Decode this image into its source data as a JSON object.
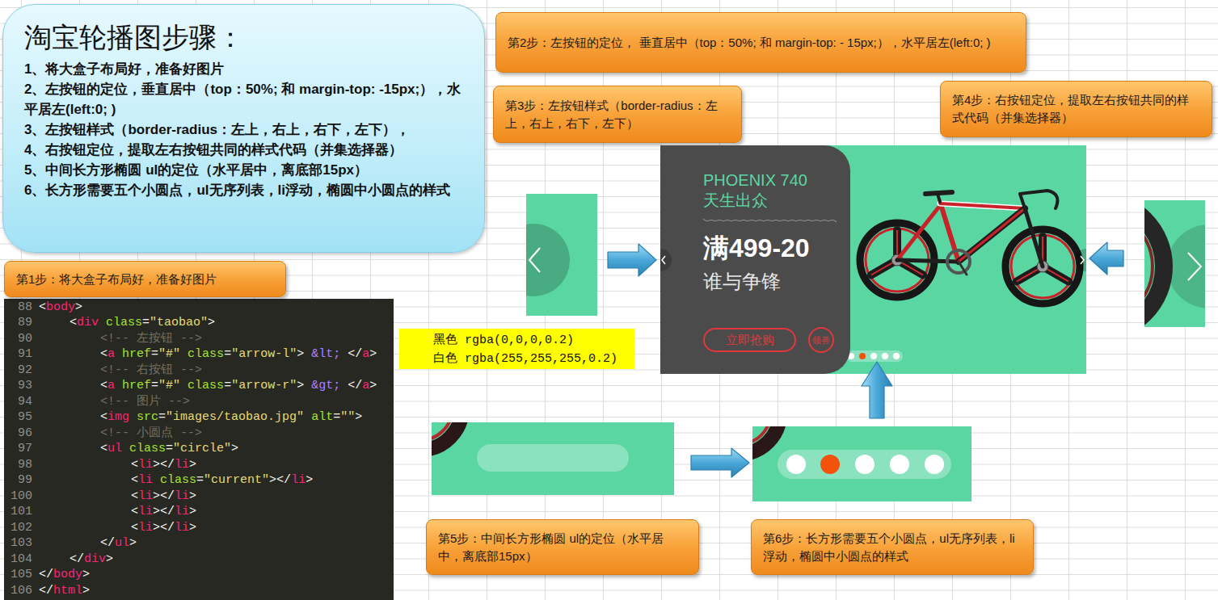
{
  "diagram": {
    "nodes": [
      {
        "text": [
          "淘宝轮播图步骤：",
          "1、将大盒子布局好，准备好图片",
          "2、左按钮的定位，垂直居中（top：50%; 和 margin-top: -15px;），水平居左(left:0; )",
          "3、左按钮样式（border-radius：左上，右上，右下，左下），",
          "4、右按钮定位，提取左右按钮共同的样式代码（并集选择器）",
          "5、中间长方形椭圆 ul的定位（水平居中，离底部15px）",
          "6、长方形需要五个小圆点，ul无序列表，li浮动，椭圆中小圆点的样式"
        ]
      },
      {
        "text": [
          "第2步：左按钮的定位， 垂直居中（top：50%; 和 margin-top: - 15px;），水平居左(left:0; )"
        ]
      },
      {
        "text": [
          "第3步：左按钮样式（border-radius：左上，右上，右下，左下）"
        ]
      },
      {
        "text": [
          "第4步：右按钮定位，提取左右按钮共同的样式代码（并集选择器）"
        ]
      },
      {
        "text": [
          "第1步：将大盒子布局好，准备好图片"
        ]
      },
      {
        "text": [
          "黑色 rgba(0,0,0,0.2)",
          "白色 rgba(255,255,255,0.2)"
        ]
      },
      {
        "text": [
          "PHOENIX 740",
          "天生出众",
          "满499-20",
          "谁与争锋"
        ]
      },
      {
        "text": [
          "立即抢购"
        ],
        "in": 6
      },
      {
        "text": [
          "领券"
        ],
        "in": 6
      },
      {
        "text": [
          "第5步：中间长方形椭圆 ul的定位（水平居中，离底部15px）"
        ]
      },
      {
        "text": [
          "第6步：长方形需要五个小圆点，ul无序列表，li浮动，椭圆中小圆点的样式"
        ]
      }
    ],
    "labels": [
      "88",
      "<body>",
      "89",
      "<div class=\"taobao\">",
      "90",
      "<!-- 左按钮 -->",
      "91",
      "<a href=\"#\" class=\"arrow-l\"> &lt; </a>",
      "92",
      "<!-- 右按钮 -->",
      "93",
      "<a href=\"#\" class=\"arrow-r\"> &gt; </a>",
      "94",
      "<!-- 图片 -->",
      "95",
      "<img src=\"images/taobao.jpg\" alt=\"\">",
      "96",
      "<!-- 小圆点 -->",
      "97",
      "<ul class=\"circle\">",
      "98",
      "<li></li>",
      "99",
      "<li class=\"current\"></li>",
      "100",
      "<li></li>",
      "101",
      "<li></li>",
      "102",
      "<li></li>",
      "103",
      "</ul>",
      "104",
      "</div>",
      "105",
      "</body>",
      "106",
      "</html>"
    ]
  }
}
